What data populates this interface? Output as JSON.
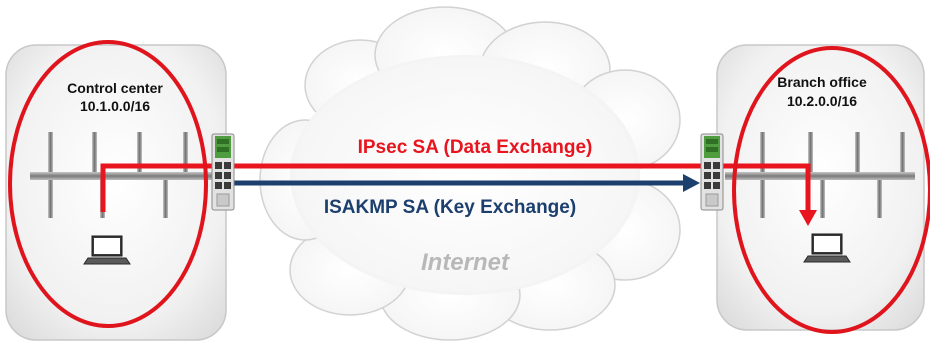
{
  "left_site": {
    "name": "Control center",
    "subnet": "10.1.0.0/16"
  },
  "right_site": {
    "name": "Branch office",
    "subnet": "10.2.0.0/16"
  },
  "tunnels": {
    "ipsec_label": "IPsec SA (Data Exchange)",
    "isakmp_label": "ISAKMP SA (Key Exchange)"
  },
  "cloud": {
    "label": "Internet"
  },
  "colors": {
    "ipsec": "#e8141e",
    "isakmp": "#1c3f6e",
    "highlight_ellipse": "#e0141c",
    "cloud_text": "#b8b8b8",
    "site_panel": "#eeeeee",
    "network_bus": "#8a8a8a"
  },
  "icons": {
    "router": "industrial-router-icon",
    "laptop": "laptop-icon",
    "cloud": "cloud-icon"
  }
}
